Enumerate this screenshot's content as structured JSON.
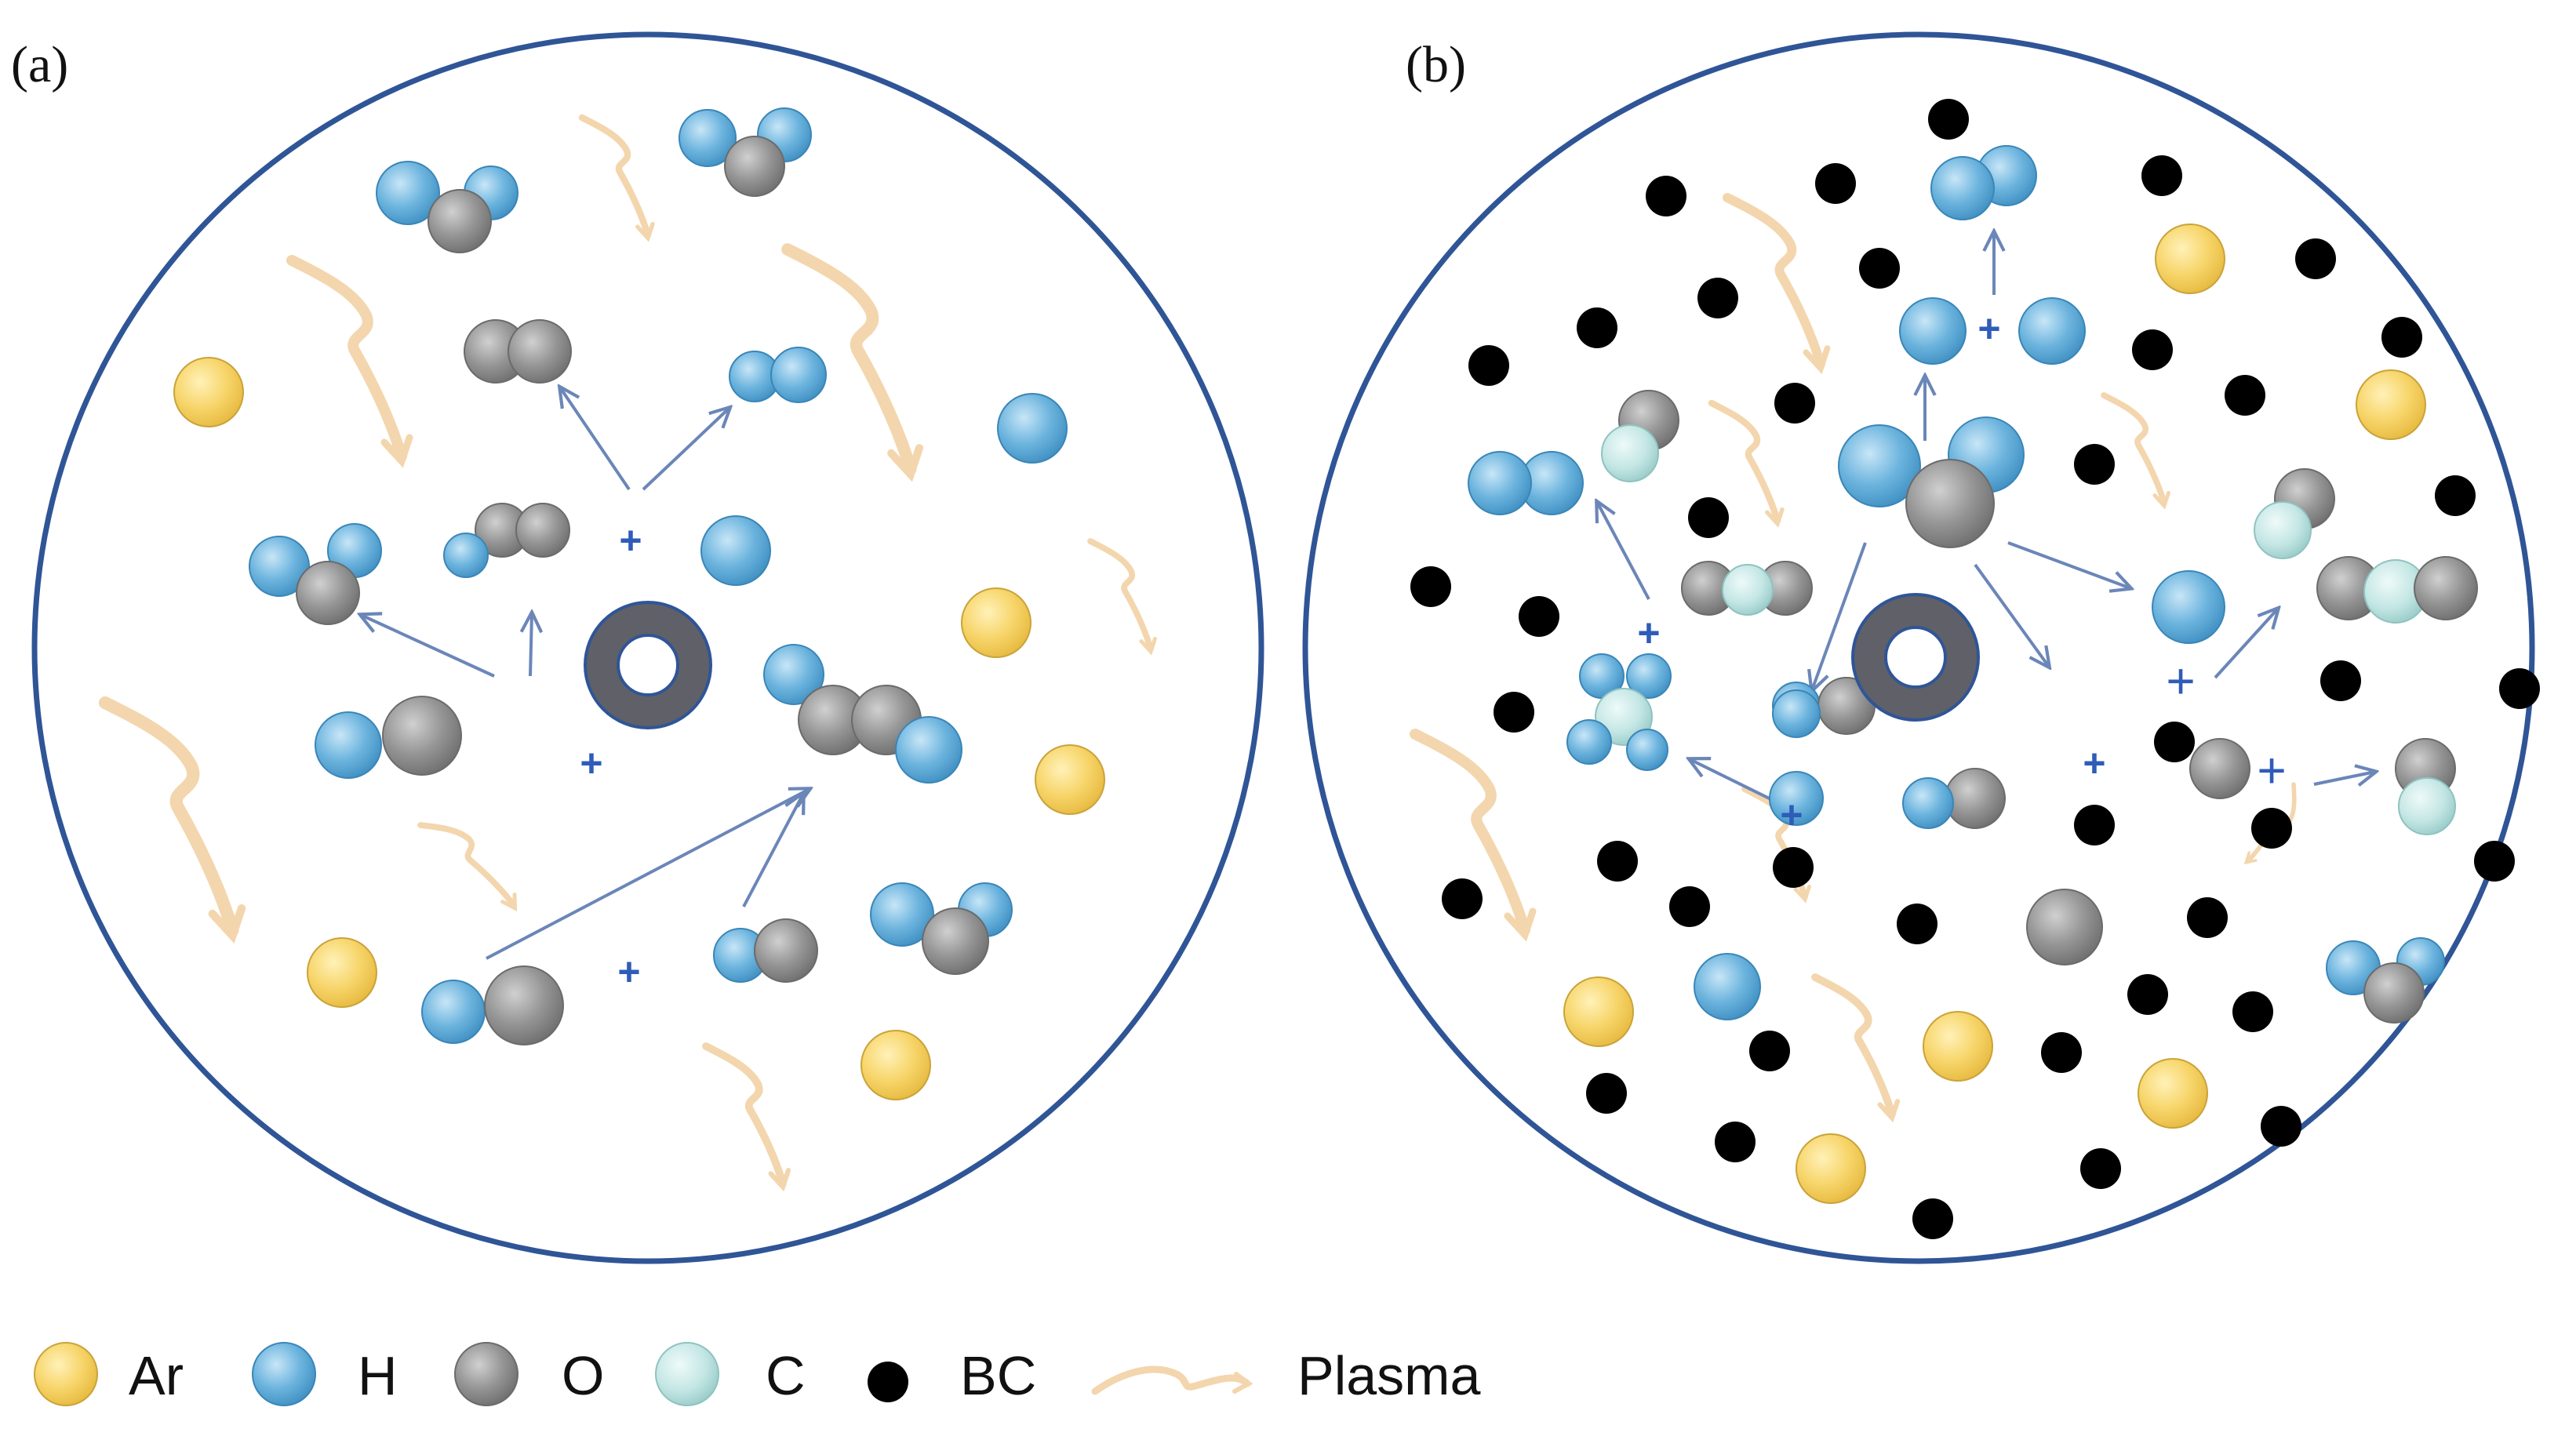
{
  "panels": {
    "a": {
      "label": "(a)"
    },
    "b": {
      "label": "(b)"
    }
  },
  "legend": {
    "items": [
      {
        "key": "ar",
        "label": "Ar"
      },
      {
        "key": "h",
        "label": "H"
      },
      {
        "key": "o",
        "label": "O"
      },
      {
        "key": "c",
        "label": "C"
      },
      {
        "key": "bc",
        "label": "BC"
      },
      {
        "key": "plasma",
        "label": "Plasma"
      }
    ]
  },
  "operators": {
    "plus": "+"
  },
  "colors": {
    "ar": "#f5d36b",
    "h": "#5ba8d8",
    "o": "#8a8a8a",
    "c": "#bfe4e2",
    "bc": "#000000",
    "plasma": "#f3d6ad",
    "boundary": "#2f5597",
    "arrow": "#6b86b8",
    "plus": "#2e5cb8",
    "ring": "#5f6068"
  }
}
